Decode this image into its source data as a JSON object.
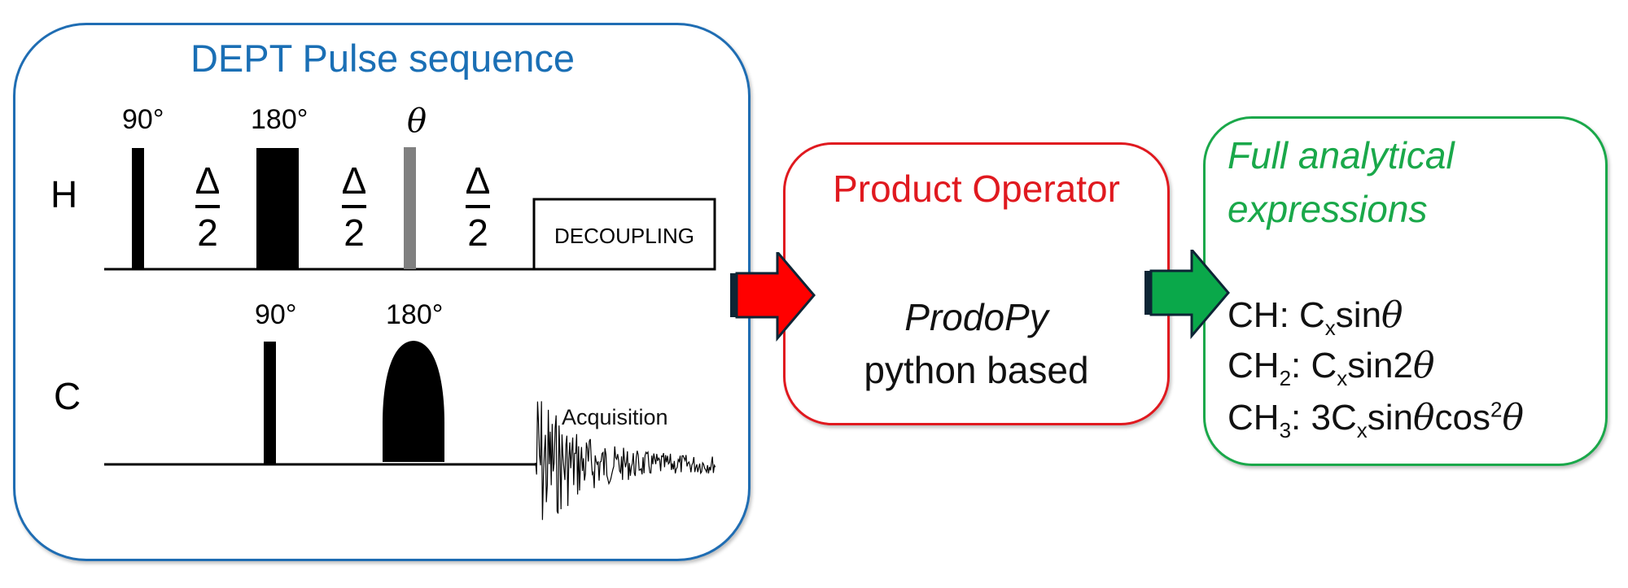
{
  "panels": {
    "dept": {
      "title": "DEPT Pulse sequence",
      "border_color": "#1f6db3",
      "channels": {
        "h": {
          "label": "H",
          "pulses": [
            {
              "label": "90°",
              "type": "hard",
              "color": "#000000"
            },
            {
              "label": "180°",
              "type": "hard",
              "color": "#000000"
            },
            {
              "label": "θ",
              "type": "hard",
              "color": "#808080"
            }
          ],
          "delays": [
            {
              "numerator": "Δ",
              "denominator": "2"
            },
            {
              "numerator": "Δ",
              "denominator": "2"
            },
            {
              "numerator": "Δ",
              "denominator": "2"
            }
          ],
          "decoupling_label": "DECOUPLING"
        },
        "c": {
          "label": "C",
          "pulses": [
            {
              "label": "90°",
              "type": "hard",
              "color": "#000000"
            },
            {
              "label": "180°",
              "type": "shaped",
              "color": "#000000"
            }
          ],
          "acquisition_label": "Acquisition"
        }
      }
    },
    "prodo": {
      "title": "Product Operator",
      "border_color": "#e0191f",
      "name": "ProdoPy",
      "subtitle": "python based"
    },
    "full": {
      "title_line1": "Full analytical",
      "title_line2": "expressions",
      "border_color": "#1aa84a",
      "expressions": [
        {
          "group": "CH",
          "group_sub": "",
          "coef": "",
          "op": "C",
          "op_sub": "x",
          "func": "sin",
          "pre_theta": "",
          "post": ""
        },
        {
          "group": "CH",
          "group_sub": "2",
          "coef": "",
          "op": "C",
          "op_sub": "x",
          "func": "sin",
          "pre_theta": "2",
          "post": ""
        },
        {
          "group": "CH",
          "group_sub": "3",
          "coef": "3",
          "op": "C",
          "op_sub": "x",
          "func": "sin",
          "pre_theta": "",
          "post": "cos"
        }
      ],
      "theta_symbol": "θ",
      "cos_power": "2"
    }
  },
  "arrows": [
    {
      "from": "dept",
      "to": "prodo",
      "color": "#ff0000"
    },
    {
      "from": "prodo",
      "to": "full",
      "color": "#0aa84a"
    }
  ]
}
